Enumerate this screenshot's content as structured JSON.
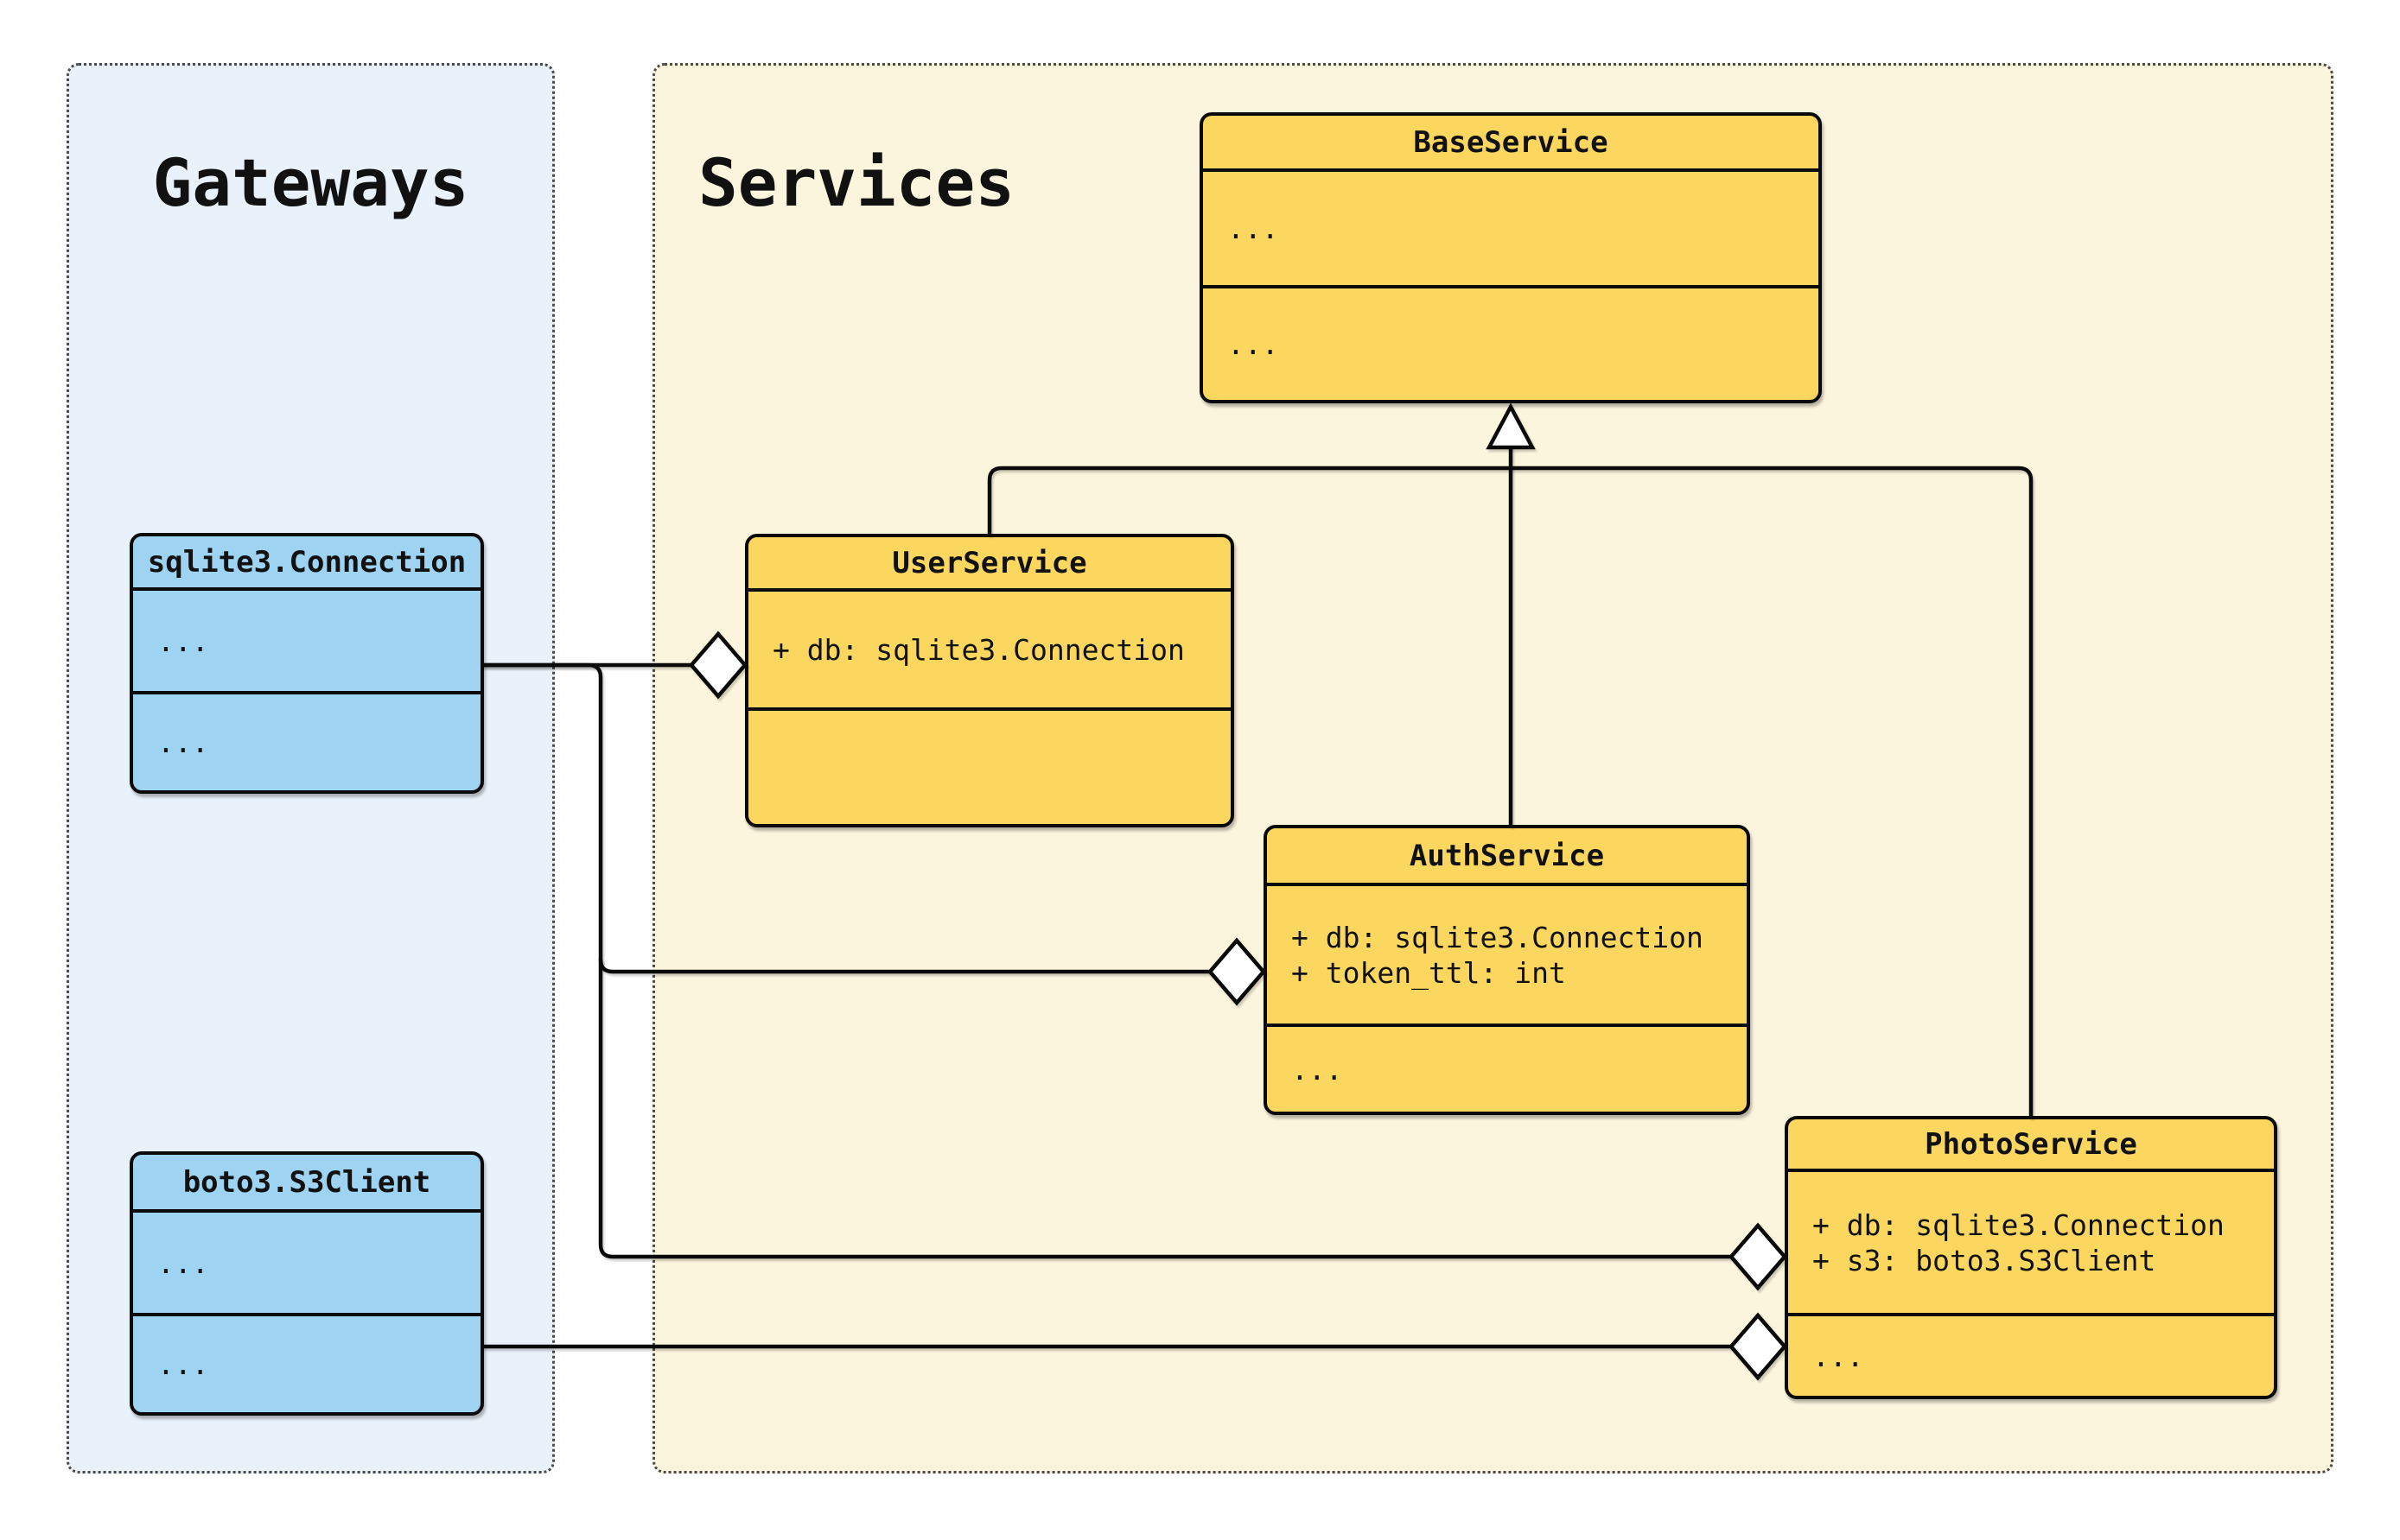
{
  "groups": {
    "gateways": {
      "title": "Gateways"
    },
    "services": {
      "title": "Services"
    }
  },
  "classes": [
    {
      "name": "sqlite3.Connection",
      "group": "gateways",
      "attributes": [
        "..."
      ],
      "methods": [
        "..."
      ]
    },
    {
      "name": "boto3.S3Client",
      "group": "gateways",
      "attributes": [
        "..."
      ],
      "methods": [
        "..."
      ]
    },
    {
      "name": "BaseService",
      "group": "services",
      "attributes": [
        "..."
      ],
      "methods": [
        "..."
      ]
    },
    {
      "name": "UserService",
      "group": "services",
      "attributes": [
        "+ db: sqlite3.Connection"
      ],
      "methods": []
    },
    {
      "name": "AuthService",
      "group": "services",
      "attributes": [
        "+ db: sqlite3.Connection",
        "+ token_ttl: int"
      ],
      "methods": [
        "..."
      ]
    },
    {
      "name": "PhotoService",
      "group": "services",
      "attributes": [
        "+ db: sqlite3.Connection",
        "+ s3: boto3.S3Client"
      ],
      "methods": [
        "..."
      ]
    }
  ],
  "relationships": [
    {
      "from": "UserService",
      "to": "BaseService",
      "type": "inheritance"
    },
    {
      "from": "AuthService",
      "to": "BaseService",
      "type": "inheritance"
    },
    {
      "from": "PhotoService",
      "to": "BaseService",
      "type": "inheritance"
    },
    {
      "from": "sqlite3.Connection",
      "to": "UserService",
      "type": "aggregation"
    },
    {
      "from": "sqlite3.Connection",
      "to": "AuthService",
      "type": "aggregation"
    },
    {
      "from": "sqlite3.Connection",
      "to": "PhotoService",
      "type": "aggregation"
    },
    {
      "from": "boto3.S3Client",
      "to": "PhotoService",
      "type": "aggregation"
    }
  ],
  "colors": {
    "yellow": "#fbd75f",
    "blue": "#9ed3f2",
    "services_bg": "#fcf5de",
    "gateways_bg": "#e9f1fa",
    "stroke": "#0a0a0a",
    "page": "#ffffff"
  }
}
